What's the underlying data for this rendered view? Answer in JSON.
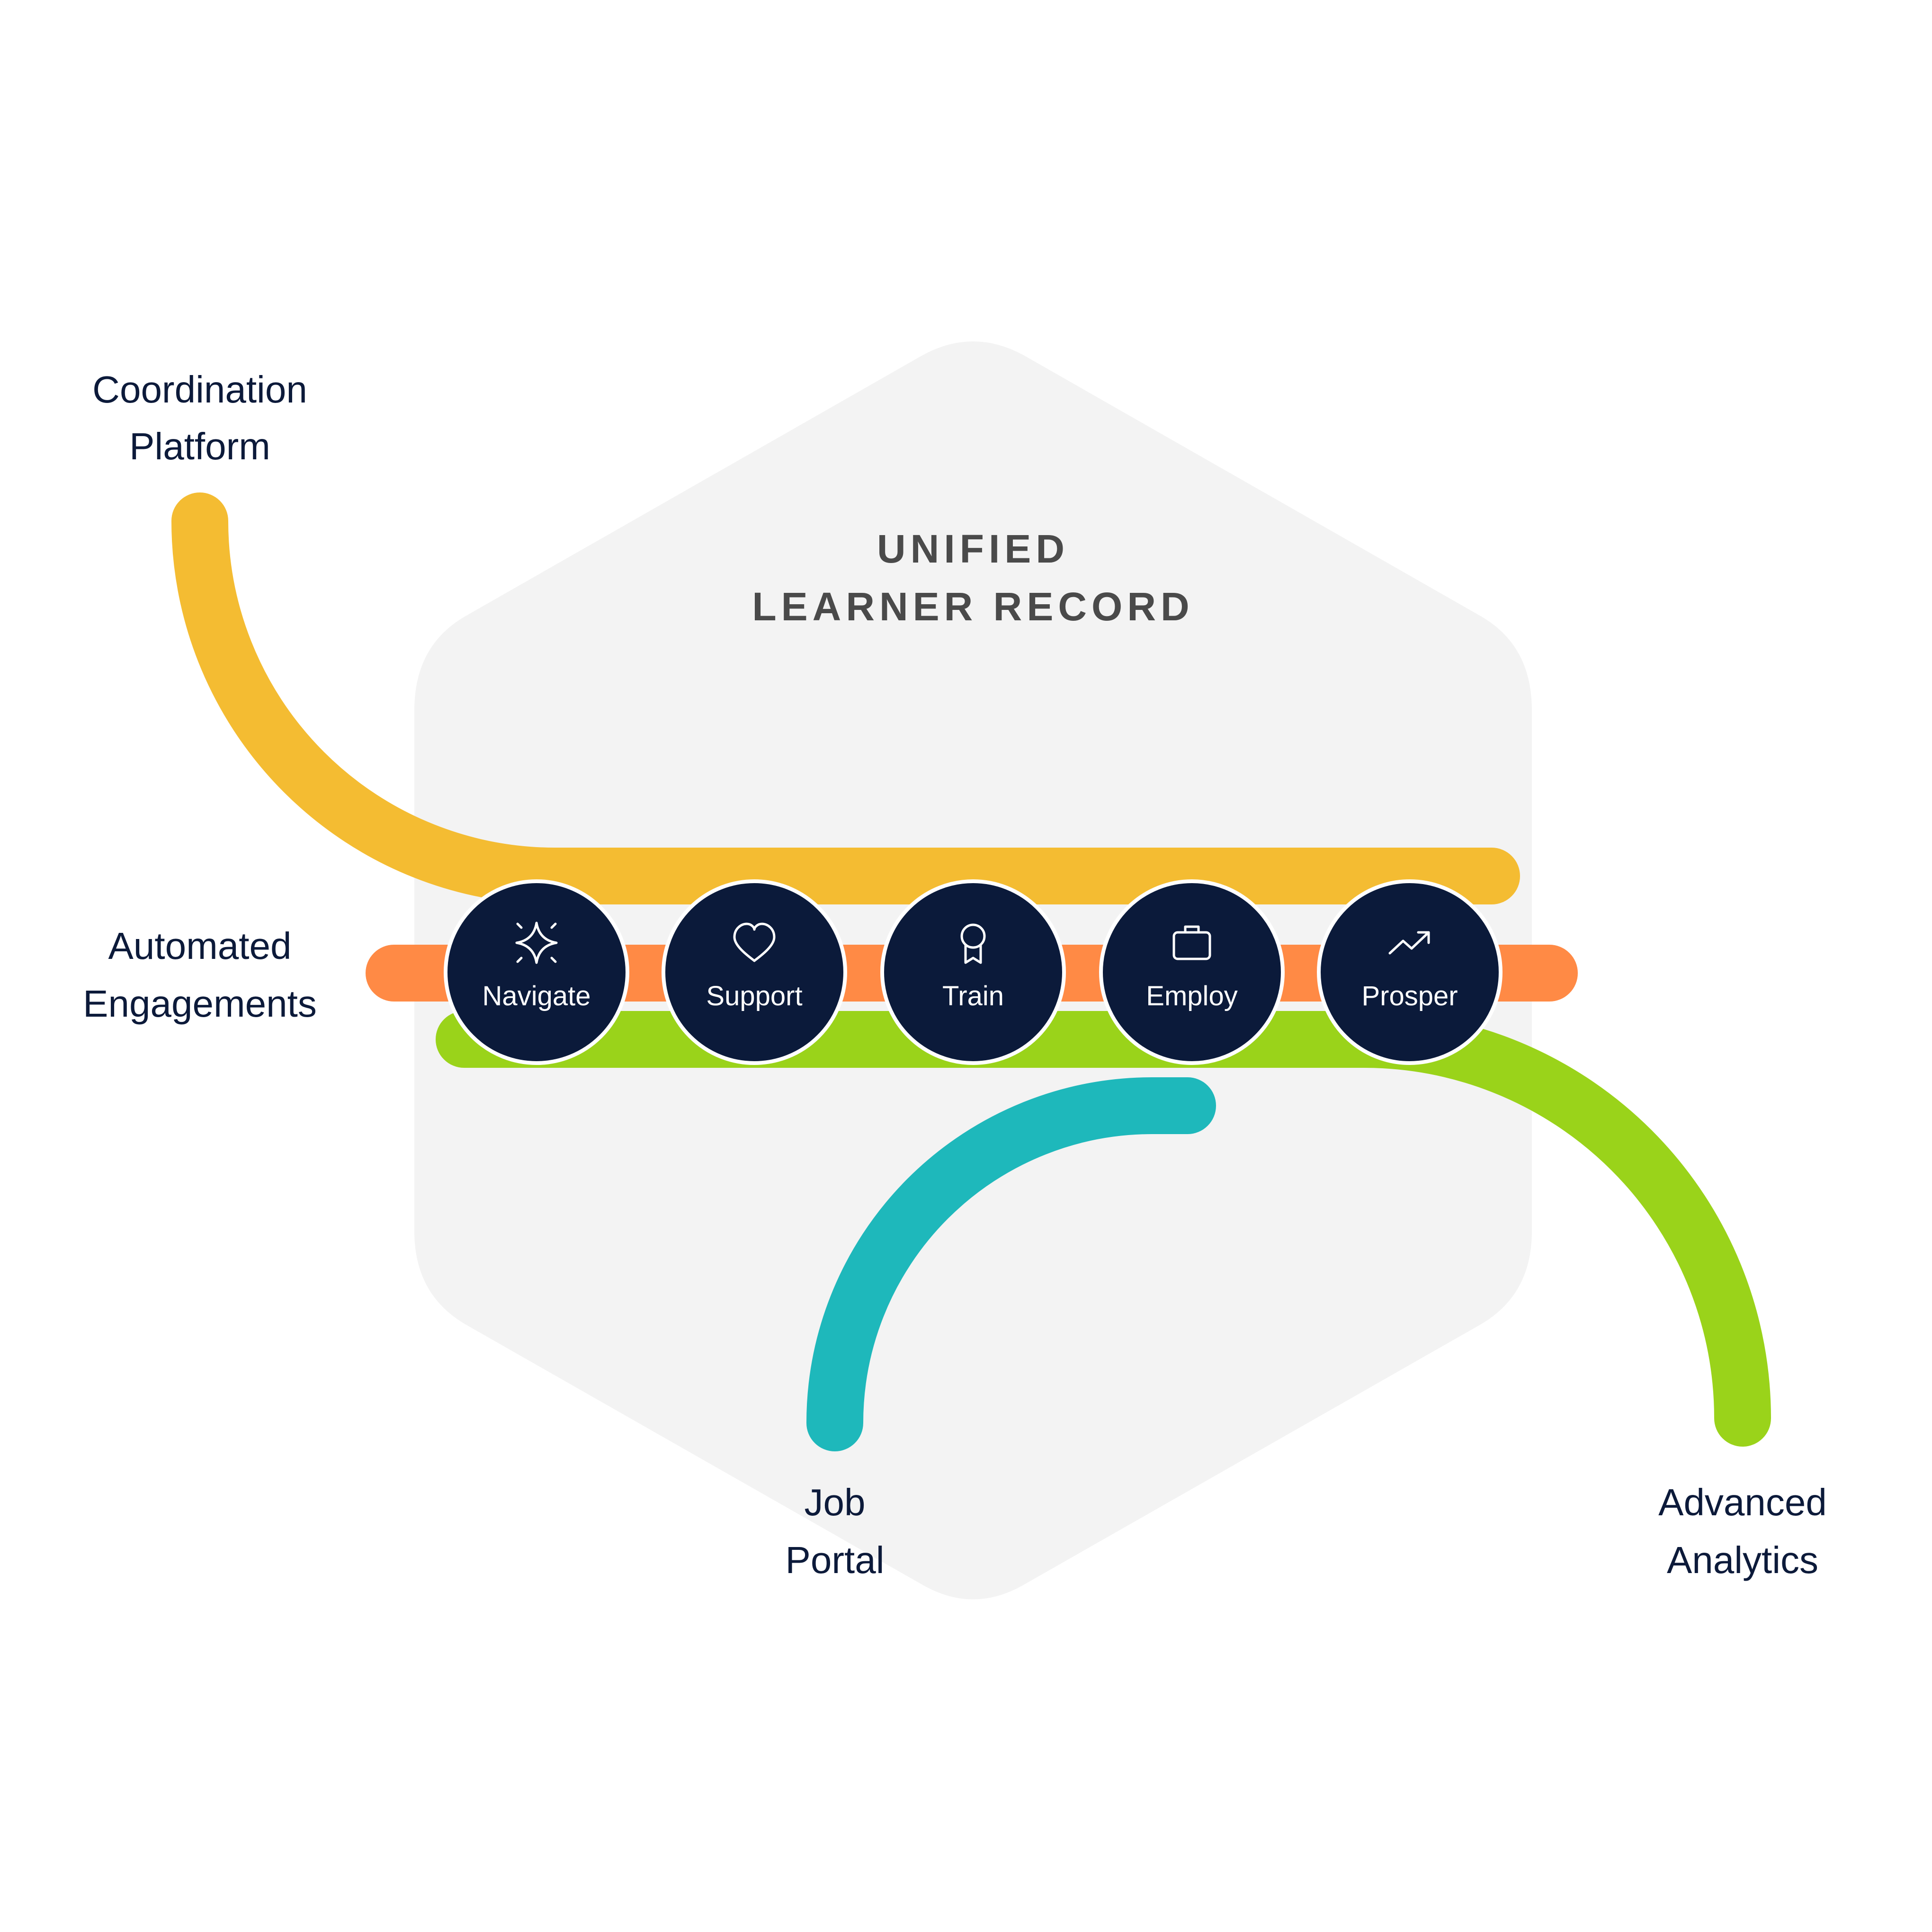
{
  "title": {
    "line1": "UNIFIED",
    "line2": "LEARNER RECORD"
  },
  "lines": {
    "coordination": {
      "line1": "Coordination",
      "line2": "Platform",
      "color": "#F4BC32"
    },
    "engagements": {
      "line1": "Automated",
      "line2": "Engagements",
      "color": "#FF8A45"
    },
    "job_portal": {
      "line1": "Job",
      "line2": "Portal",
      "color": "#1EB8BB"
    },
    "analytics": {
      "line1": "Advanced",
      "line2": "Analytics",
      "color": "#9AD31A"
    }
  },
  "stops": [
    {
      "label": "Navigate",
      "icon": "sparkle-icon"
    },
    {
      "label": "Support",
      "icon": "heart-icon"
    },
    {
      "label": "Train",
      "icon": "ribbon-award-icon"
    },
    {
      "label": "Employ",
      "icon": "briefcase-icon"
    },
    {
      "label": "Prosper",
      "icon": "trending-up-icon"
    }
  ],
  "colors": {
    "hexagon": "#F3F3F3",
    "stop_fill": "#0B1A3A",
    "label_text": "#0C1A3A",
    "title_text": "#4A4A4A"
  }
}
